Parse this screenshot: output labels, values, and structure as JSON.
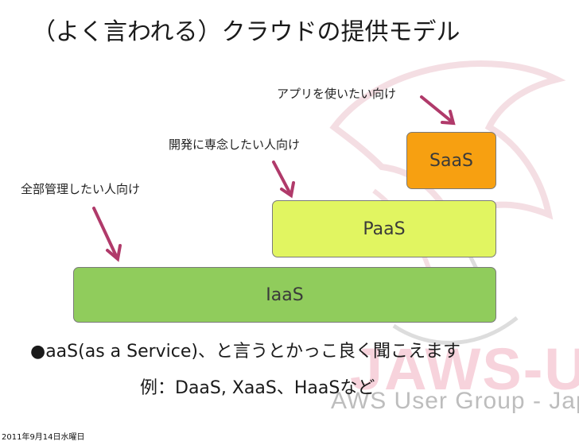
{
  "slide": {
    "title": "（よく言われる）クラウドの提供モデル",
    "labels": {
      "saas_target": "アプリを使いたい向け",
      "paas_target": "開発に専念したい人向け",
      "iaas_target": "全部管理したい人向け"
    },
    "layers": {
      "saas": "SaaS",
      "paas": "PaaS",
      "iaas": "IaaS"
    },
    "bullet": "●aaS(as a Service)、と言うとかっこ良く聞こえます",
    "example": "例：DaaS, XaaS、HaaSなど",
    "date": "2011年9月14日水曜日",
    "watermark": {
      "main": "JAWS-UG",
      "sub": "AWS User Group - Japan"
    }
  },
  "colors": {
    "saas": "#f7a011",
    "paas": "#e1f561",
    "iaas": "#90cc5c",
    "arrow": "#b03a6a"
  },
  "icons": {
    "arrow": "pink-chalk-arrow-icon",
    "mascot": "shark-mascot-icon"
  }
}
